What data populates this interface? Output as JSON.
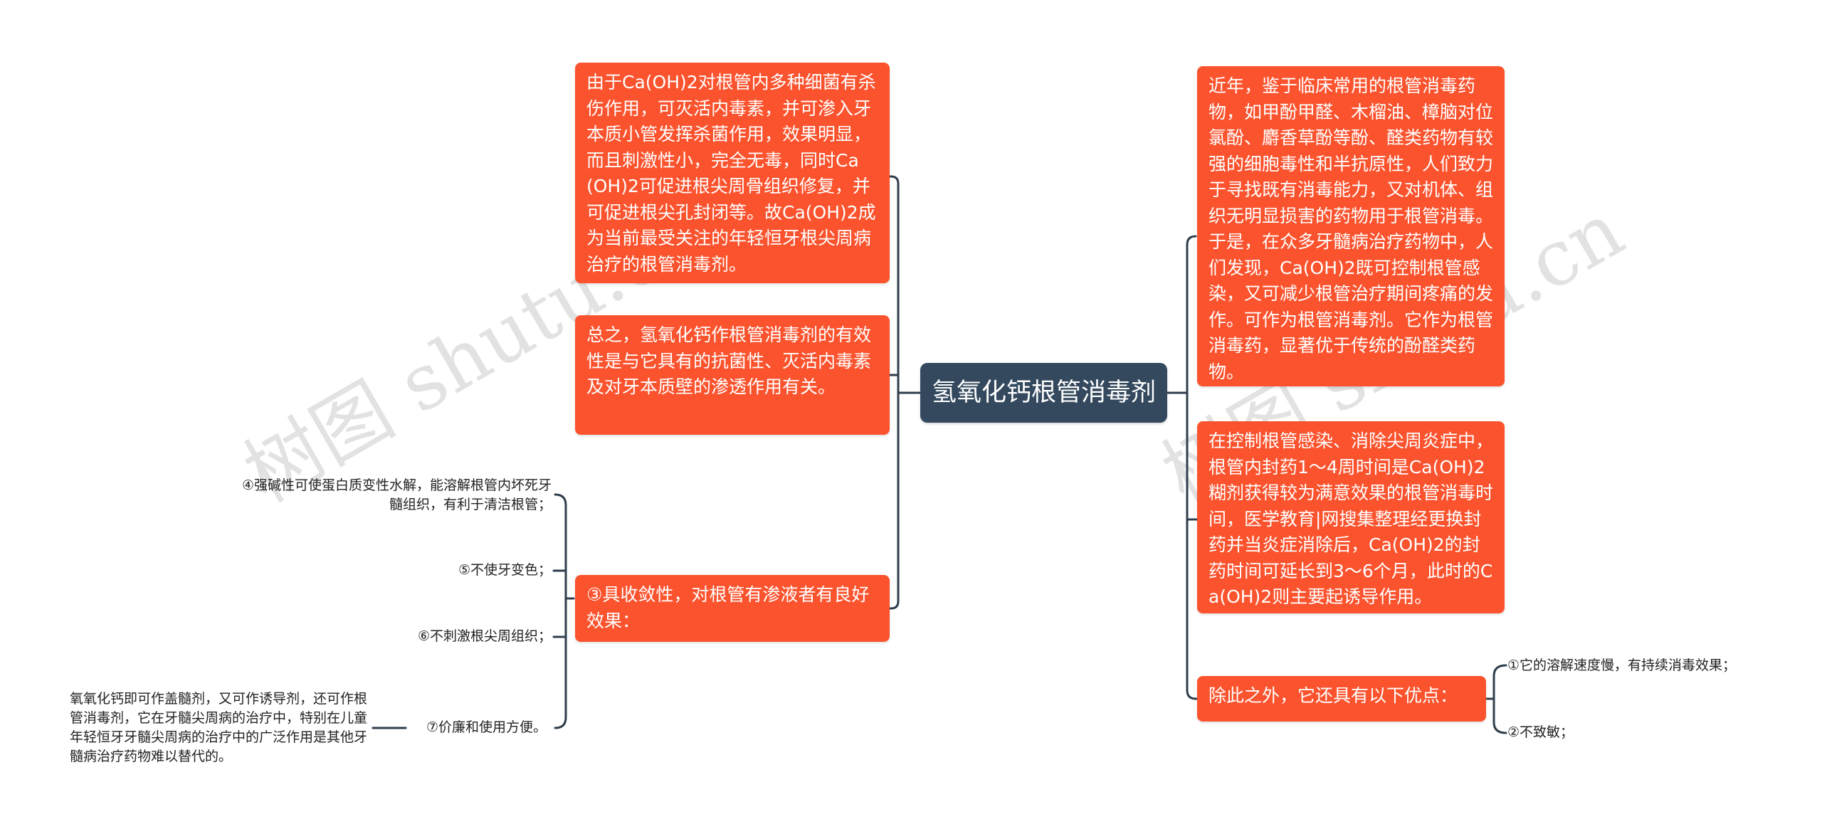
{
  "colors": {
    "root_bg": "#34495e",
    "node_bg": "#fb532e",
    "line": "#2f3e4c",
    "leaf_text": "#222222",
    "watermark": "#969696"
  },
  "root": {
    "label": "氢氧化钙根管消毒剂"
  },
  "left": {
    "n1": "由于Ca(OH)2对根管内多种细菌有杀伤作用，可灭活内毒素，并可渗入牙本质小管发挥杀菌作用，效果明显，而且刺激性小，完全无毒，同时Ca(OH)2可促进根尖周骨组织修复，并可促进根尖孔封闭等。故Ca(OH)2成为当前最受关注的年轻恒牙根尖周病治疗的根管消毒剂。",
    "n2": "总之，氢氧化钙作根管消毒剂的有效性是与它具有的抗菌性、灭活内毒素及对牙本质壁的渗透作用有关。",
    "n3": "③具收敛性，对根管有渗液者有良好效果：",
    "leaves": {
      "l4": "④强碱性可使蛋白质变性水解，能溶解根管内坏死牙髓组织，有利于清洁根管；",
      "l5": "⑤不使牙变色；",
      "l6": "⑥不刺激根尖周组织；",
      "l7": "⑦价廉和使用方便。",
      "l7_note": "氧氧化钙即可作盖髓剂，又可作诱导剂，还可作根管消毒剂，它在牙髓尖周病的治疗中，特别在儿童年轻恒牙牙髓尖周病的治疗中的广泛作用是其他牙髓病治疗药物难以替代的。"
    }
  },
  "right": {
    "n1": "近年，鉴于临床常用的根管消毒药物，如甲酚甲醛、木榴油、樟脑对位氯酚、麝香草酚等酚、醛类药物有较强的细胞毒性和半抗原性，人们致力于寻找既有消毒能力，又对机体、组织无明显损害的药物用于根管消毒。于是，在众多牙髓病治疗药物中，人们发现，Ca(OH)2既可控制根管感染，又可减少根管治疗期间疼痛的发作。可作为根管消毒剂。它作为根管消毒药，显著优于传统的酚醛类药物。",
    "n2": "在控制根管感染、消除尖周炎症中，根管内封药1～4周时间是Ca(OH)2糊剂获得较为满意效果的根管消毒时间，医学教育|网搜集整理经更换封药并当炎症消除后，Ca(OH)2的封药时间可延长到3～6个月，此时的Ca(OH)2则主要起诱导作用。",
    "n3": "除此之外，它还具有以下优点：",
    "leaves": {
      "l1": "①它的溶解速度慢，有持续消毒效果；",
      "l2": "②不致敏；"
    }
  },
  "watermarks": [
    "树图 shutu.cn",
    "树图 shutu.cn"
  ]
}
